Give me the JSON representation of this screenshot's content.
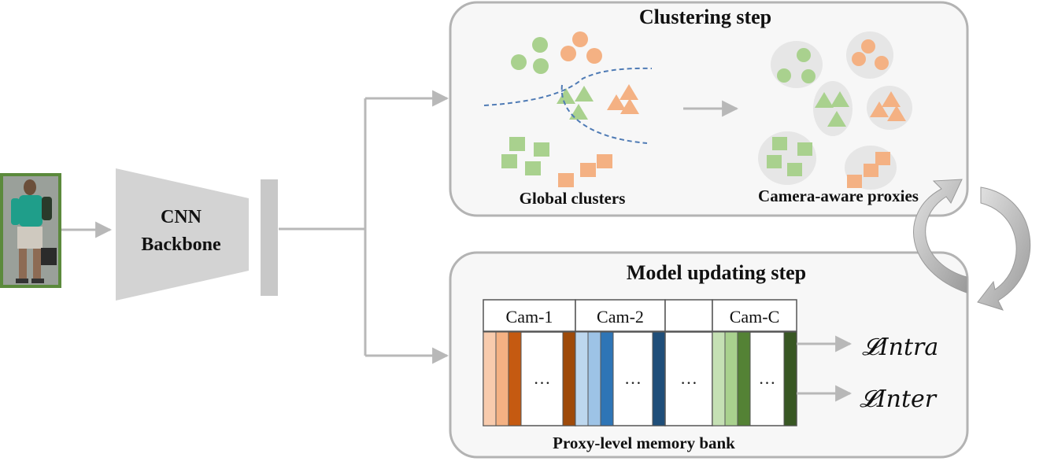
{
  "colors": {
    "panel_border": "#b3b3b3",
    "panel_fill": "#f7f7f7",
    "arrow_gray": "#b8b8b8",
    "backbone_gray": "#d3d3d3",
    "feature_bar": "#c8c8c8",
    "green_shape": "#a9d18e",
    "orange_shape": "#f4b183",
    "dashed_blue": "#4f7bb5",
    "proxy_blob": "#e6e6e6",
    "person_frame": "#5b8a3c"
  },
  "input": {
    "icon": "pedestrian-photo"
  },
  "backbone": {
    "line1": "CNN",
    "line2": "Backbone"
  },
  "clustering": {
    "title": "Clustering step",
    "global_label": "Global clusters",
    "proxies_label": "Camera-aware proxies"
  },
  "updating": {
    "title": "Model updating step",
    "memory_label": "Proxy-level memory bank",
    "cameras": [
      "Cam-1",
      "Cam-2",
      "",
      "Cam-C"
    ],
    "ellipsis": "…",
    "camera_colors": [
      [
        "#f8cbad",
        "#f4b183",
        "#c55a11",
        "#9e4a0a"
      ],
      [
        "#bdd7ee",
        "#9dc3e6",
        "#2e75b6",
        "#1f4e79"
      ],
      [],
      [
        "#c5e0b4",
        "#a9d18e",
        "#548235",
        "#385723"
      ]
    ]
  },
  "losses": {
    "intra": "𝓛Intra",
    "inter": "𝓛Inter"
  }
}
